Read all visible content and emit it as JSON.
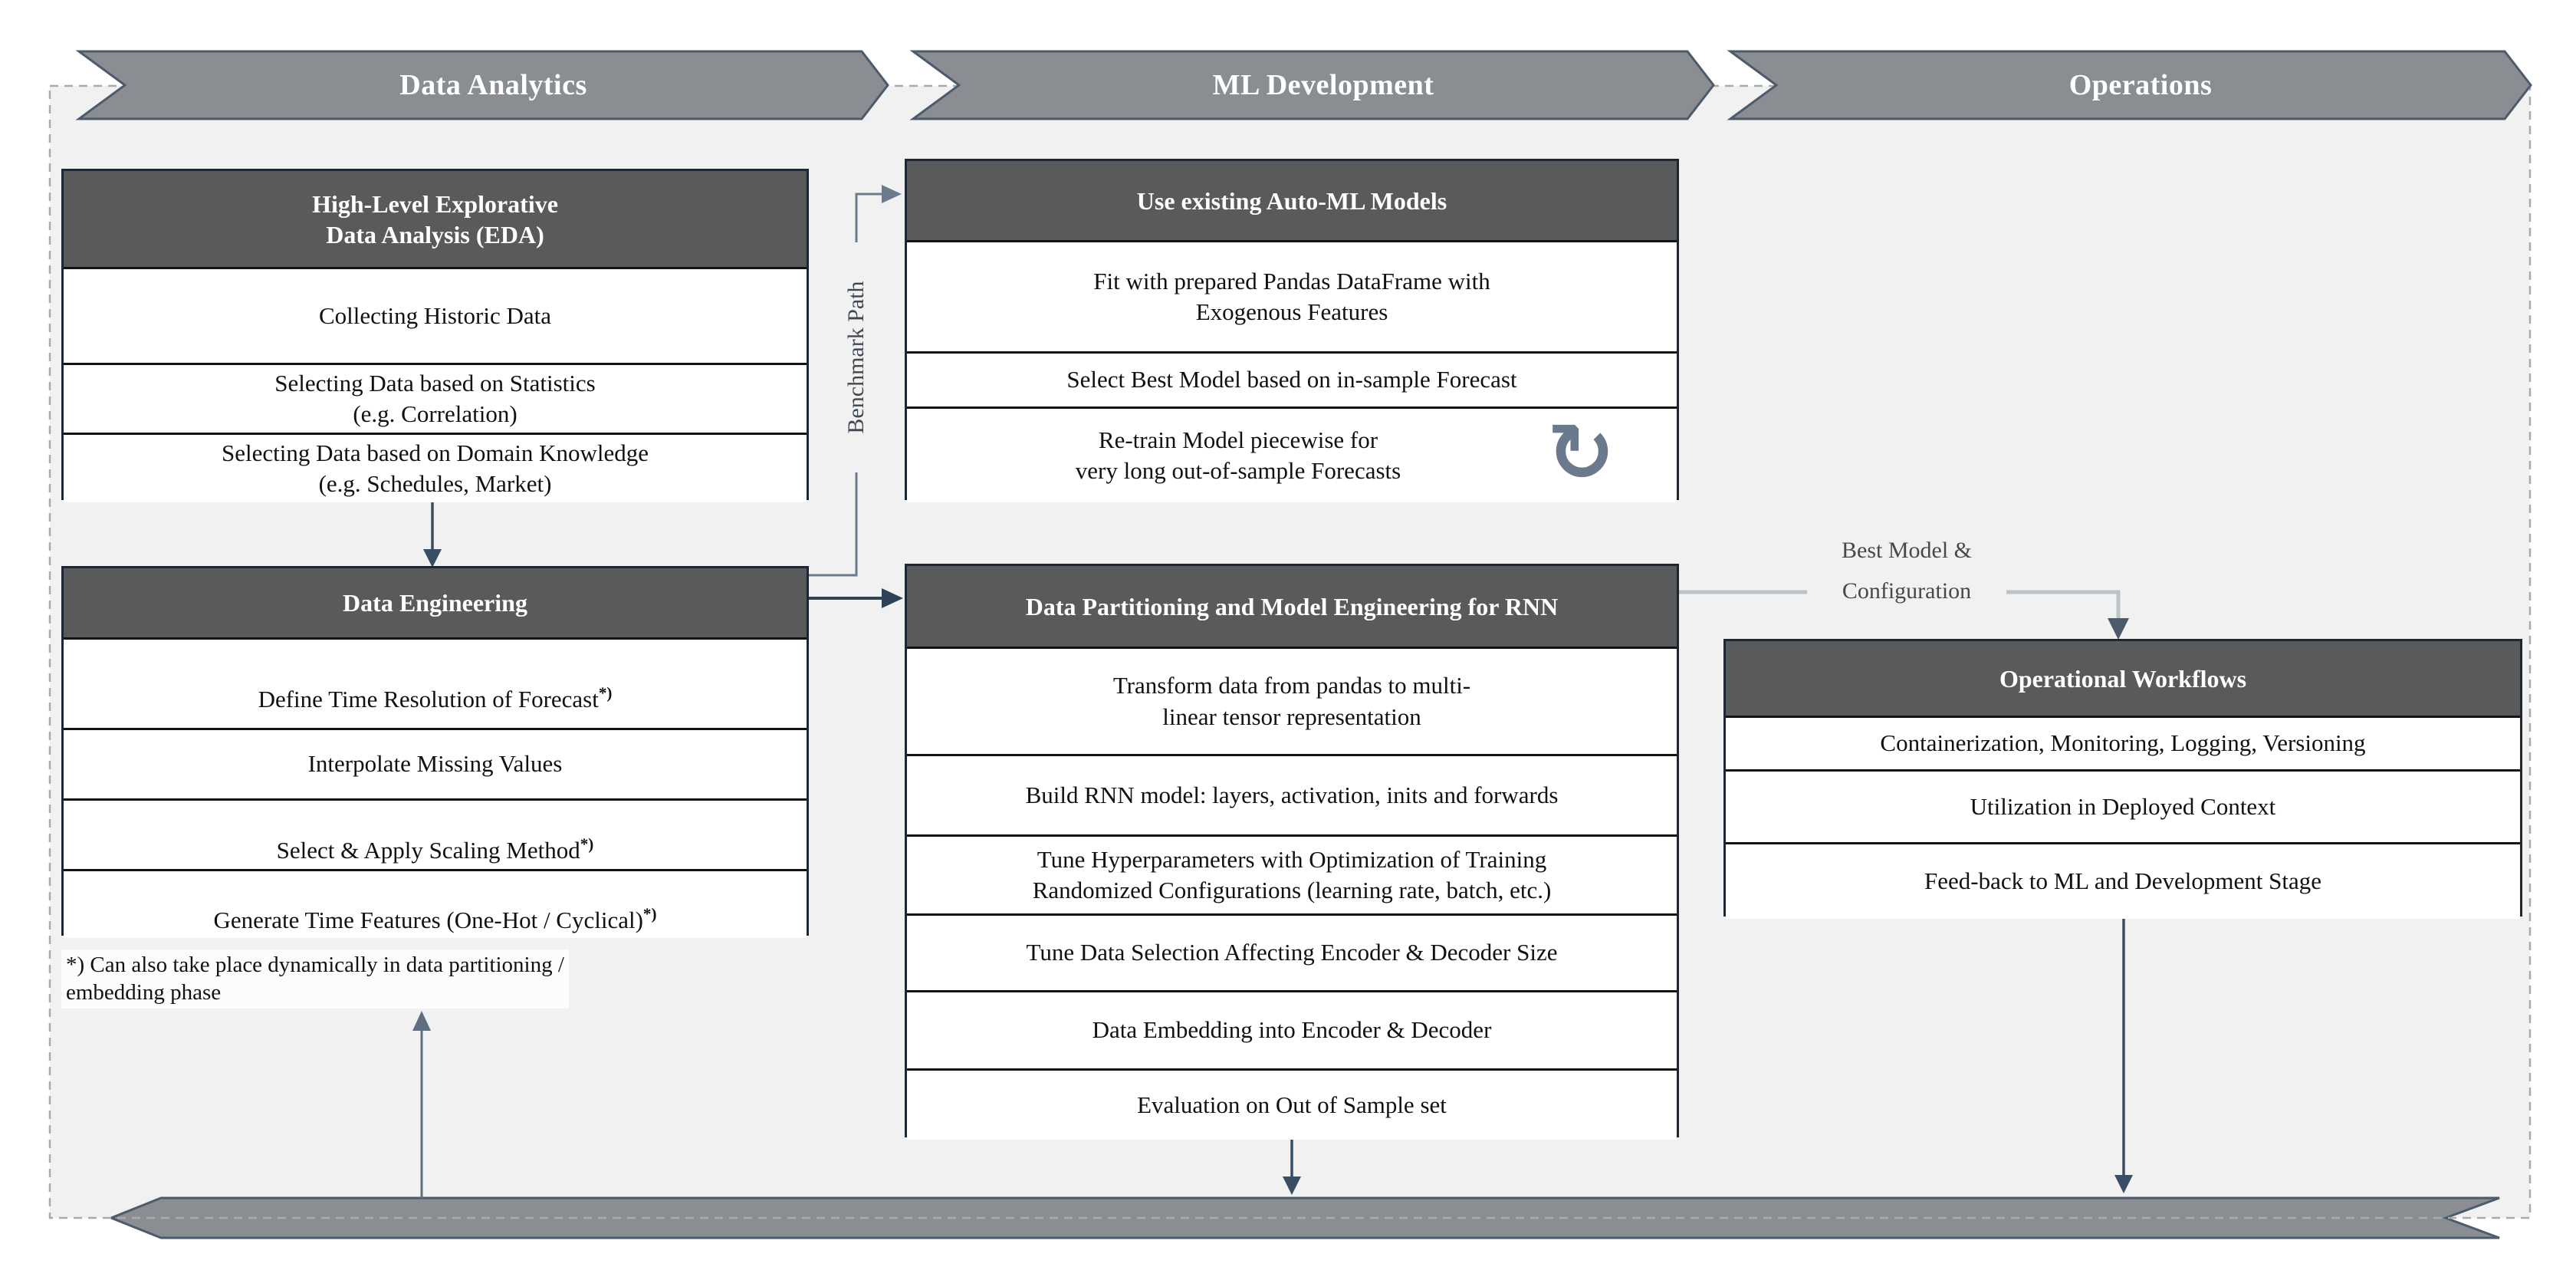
{
  "banners": [
    {
      "label": "Data Analytics"
    },
    {
      "label": "ML Development"
    },
    {
      "label": "Operations"
    }
  ],
  "boxes": {
    "eda": {
      "title": "High-Level Explorative\nData Analysis (EDA)",
      "rows": [
        {
          "text": "Collecting Historic Data"
        },
        {
          "text": "Selecting Data based on Statistics\n(e.g. Correlation)"
        },
        {
          "text": "Selecting Data based on Domain Knowledge\n(e.g. Schedules, Market)"
        }
      ]
    },
    "data_engineering": {
      "title": "Data Engineering",
      "rows": [
        {
          "text": "Define Time Resolution of Forecast",
          "sup": "*)"
        },
        {
          "text": "Interpolate Missing Values"
        },
        {
          "text": "Select & Apply Scaling Method",
          "sup": "*)"
        },
        {
          "text": "Generate Time Features (One-Hot / Cyclical)",
          "sup": "*)"
        }
      ]
    },
    "automl": {
      "title": "Use existing Auto-ML Models",
      "rows": [
        {
          "text": "Fit with prepared Pandas DataFrame with\nExogenous Features"
        },
        {
          "text": "Select Best Model based on in-sample Forecast"
        },
        {
          "text": "Re-train Model piecewise for\nvery long out-of-sample Forecasts"
        }
      ]
    },
    "rnn": {
      "title": "Data Partitioning and Model Engineering for RNN",
      "rows": [
        {
          "text": "Transform data from pandas to multi-\nlinear tensor representation"
        },
        {
          "text": "Build RNN model: layers, activation, inits and forwards"
        },
        {
          "text": "Tune Hyperparameters with Optimization of Training\nRandomized Configurations (learning rate, batch, etc.)"
        },
        {
          "text": "Tune Data Selection Affecting Encoder & Decoder Size"
        },
        {
          "text": "Data Embedding into Encoder & Decoder"
        },
        {
          "text": "Evaluation on Out of Sample set"
        }
      ]
    },
    "operational": {
      "title": "Operational Workflows",
      "rows": [
        {
          "text": "Containerization, Monitoring, Logging, Versioning"
        },
        {
          "text": "Utilization in Deployed Context"
        },
        {
          "text": "Feed-back to ML and Development Stage"
        }
      ]
    }
  },
  "labels": {
    "benchmark_path": "Benchmark Path",
    "best_model": "Best Model &\nConfiguration",
    "footnote": "*) Can also take place dynamically in data partitioning /\nembedding phase"
  },
  "icons": {
    "retrain_loop": "↻"
  },
  "colors": {
    "panel_bg": "#F1F1F2",
    "banner_fill": "#8A8E92",
    "banner_border": "#4C5B6B",
    "header_fill": "#595A5C",
    "connector_dark": "#31485C",
    "connector_slate": "#6B7B8C",
    "connector_light": "#BBC2C8",
    "box_border": "#1C2733"
  }
}
